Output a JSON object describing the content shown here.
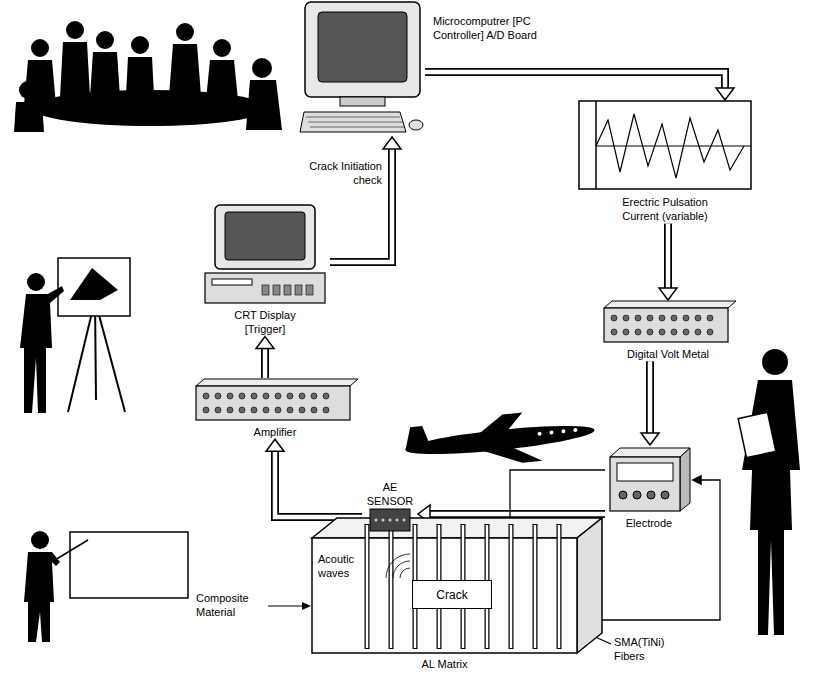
{
  "diagram": {
    "nodes": [
      {
        "text": [
          "Microcomputrer [PC Controller] A/D Board"
        ]
      },
      {
        "text": [
          "Erectric Pulsation Current (variable)"
        ]
      },
      {
        "text": [
          "Digital Volt Metal"
        ]
      },
      {
        "text": [
          "Electrode"
        ]
      },
      {
        "text": [
          "AE SENSOR"
        ]
      },
      {
        "text": [
          "Amplifier"
        ]
      },
      {
        "text": [
          "CRT Display [Trigger]"
        ]
      },
      {
        "text": [
          "AL Matrix"
        ]
      },
      {
        "text": [
          "Crack"
        ],
        "in": 7
      }
    ],
    "edges": [
      {
        "from": 0,
        "to": 1,
        "arrow": "to"
      },
      {
        "from": 1,
        "to": 2,
        "arrow": "to"
      },
      {
        "from": 2,
        "to": 3,
        "arrow": "to"
      },
      {
        "from": 3,
        "to": 4,
        "arrow": "to"
      },
      {
        "from": 4,
        "to": 5,
        "arrow": "to"
      },
      {
        "from": 5,
        "to": 6,
        "arrow": "to"
      },
      {
        "from": 6,
        "to": 0,
        "label": "Crack Initiation check",
        "arrow": "to"
      },
      {
        "from": 3,
        "to": 7,
        "arrow": "none"
      },
      {
        "from": 7,
        "to": 3,
        "arrow": "to"
      }
    ],
    "labels": [
      "Acoutic waves",
      "Composite Material",
      "SMA(TiNi) Fibers"
    ]
  }
}
